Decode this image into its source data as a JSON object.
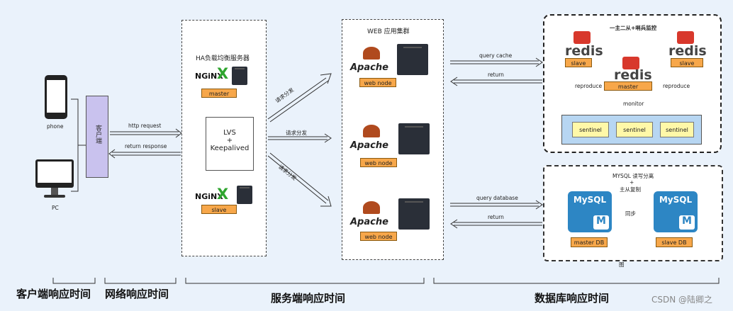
{
  "client": {
    "phone_label": "phone",
    "pc_label": "PC",
    "client_box_label": "客户端"
  },
  "network": {
    "request_label": "http request",
    "response_label": "return response"
  },
  "lb": {
    "title": "HA负载均衡服务器",
    "nginx_text": "NGiNX",
    "master_label": "master",
    "slave_label": "slave",
    "lvs_line1": "LVS",
    "lvs_plus": "+",
    "lvs_line2": "Keepalived",
    "distribute_label": "请求分发"
  },
  "web": {
    "title": "WEB 应用集群",
    "apache_text": "Apache",
    "node_label": "web node"
  },
  "cache": {
    "title": "一主二从+哨兵监控",
    "redis_text": "redis",
    "slave_label": "slave",
    "master_label": "master",
    "reproduce_label": "reproduce",
    "monitor_label": "monitor",
    "sentinel_label": "sentinel",
    "query_label": "query cache",
    "return_label": "return"
  },
  "db": {
    "title_line1": "MYSQL 读写分离",
    "title_line2": "+",
    "title_line3": "主从复制",
    "mysql_text": "MySQL",
    "m_letter": "M",
    "sync_label": "同步",
    "master_db": "master DB",
    "slave_db": "slave DB",
    "query_label": "query database",
    "return_label": "return",
    "bottom_char": "图"
  },
  "bottom": {
    "client_time": "客户端响应时间",
    "network_time": "网络响应时间",
    "server_time": "服务端响应时间",
    "db_time": "数据库响应时间",
    "watermark": "CSDN @陆卿之"
  }
}
